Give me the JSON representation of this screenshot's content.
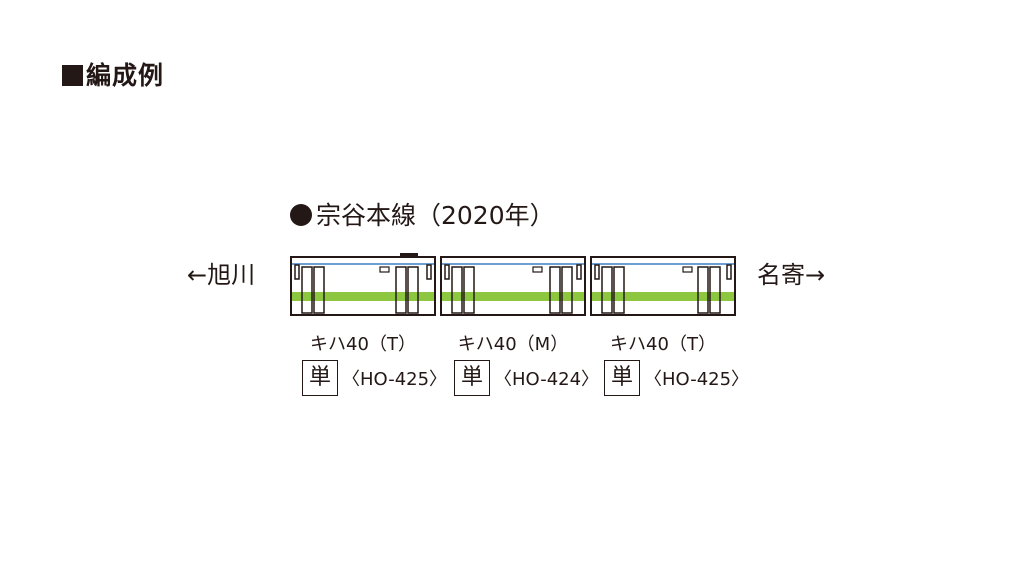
{
  "heading": "編成例",
  "formation": {
    "line_title": "宗谷本線（2020年）",
    "direction_left": "←旭川",
    "direction_right": "名寄→",
    "cars": [
      {
        "label": "キハ40（T）",
        "unit_badge": "単",
        "product_code": "〈HO-425〉"
      },
      {
        "label": "キハ40（M）",
        "unit_badge": "単",
        "product_code": "〈HO-424〉"
      },
      {
        "label": "キハ40（T）",
        "unit_badge": "単",
        "product_code": "〈HO-425〉"
      }
    ]
  },
  "colors": {
    "body": "#ffffff",
    "green_stripe": "#8dc63f",
    "blue_stripe": "#6e9fd2",
    "outline": "#231815"
  }
}
